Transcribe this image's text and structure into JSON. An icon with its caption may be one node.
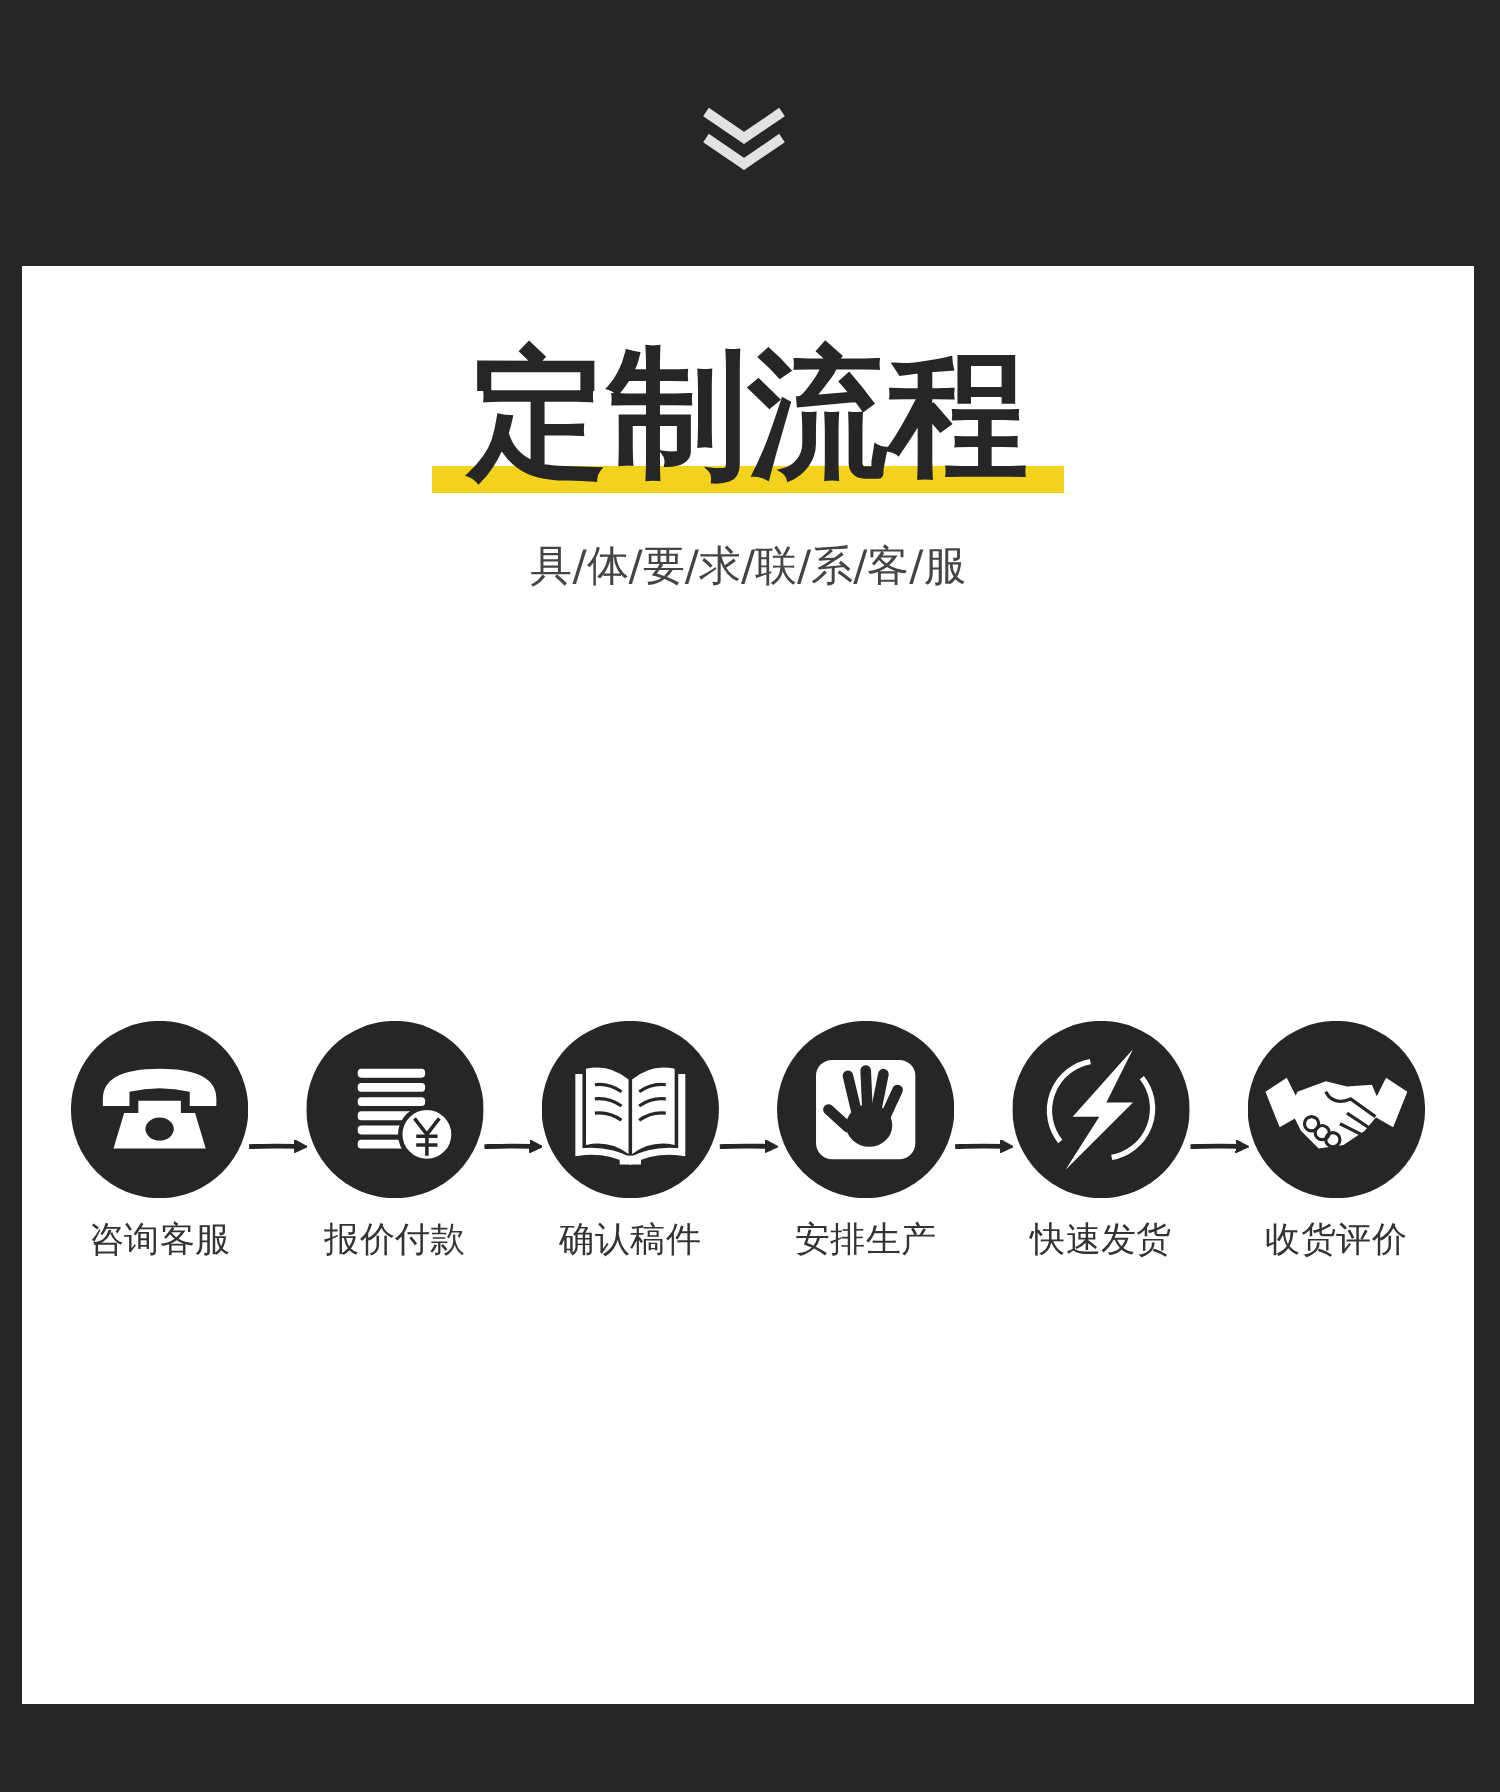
{
  "diagram": {
    "title": "定制流程",
    "nodes": [
      {
        "text": [
          "咨询客服"
        ]
      },
      {
        "text": [
          "报价付款"
        ]
      },
      {
        "text": [
          "确认稿件"
        ]
      },
      {
        "text": [
          "收货评价"
        ]
      },
      {
        "text": [
          "快速发货"
        ]
      },
      {
        "text": [
          "安排生产"
        ]
      }
    ],
    "edges": [
      {
        "from": 0,
        "to": 1,
        "arrow": "to"
      },
      {
        "from": 1,
        "to": 2,
        "arrow": "to"
      },
      {
        "from": 2,
        "to": 5,
        "arrow": "to"
      },
      {
        "from": 5,
        "to": 4,
        "arrow": "to"
      },
      {
        "from": 4,
        "to": 3,
        "arrow": "to"
      }
    ],
    "labels": [
      "具/体/要/求/联/系/客/服"
    ]
  }
}
